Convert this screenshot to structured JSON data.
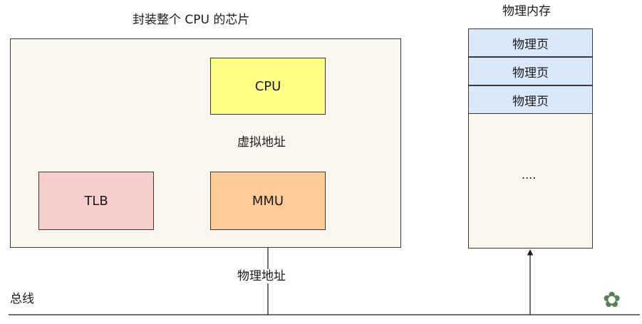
{
  "chip": {
    "title": "封装整个 CPU 的芯片",
    "cpu_label": "CPU",
    "tlb_label": "TLB",
    "mmu_label": "MMU",
    "virtual_address_label": "虚拟地址"
  },
  "memory": {
    "title": "物理内存",
    "pages": [
      "物理页",
      "物理页",
      "物理页"
    ],
    "ellipsis": "...."
  },
  "bus": {
    "label": "总线",
    "physical_address_label": "物理地址"
  },
  "colors": {
    "chip_bg": "#f9f7ed",
    "cpu": "#ffff88",
    "tlb": "#f8cecc",
    "mmu": "#ffcc99",
    "page": "#dae8fc",
    "stroke": "#1a1a1a"
  }
}
